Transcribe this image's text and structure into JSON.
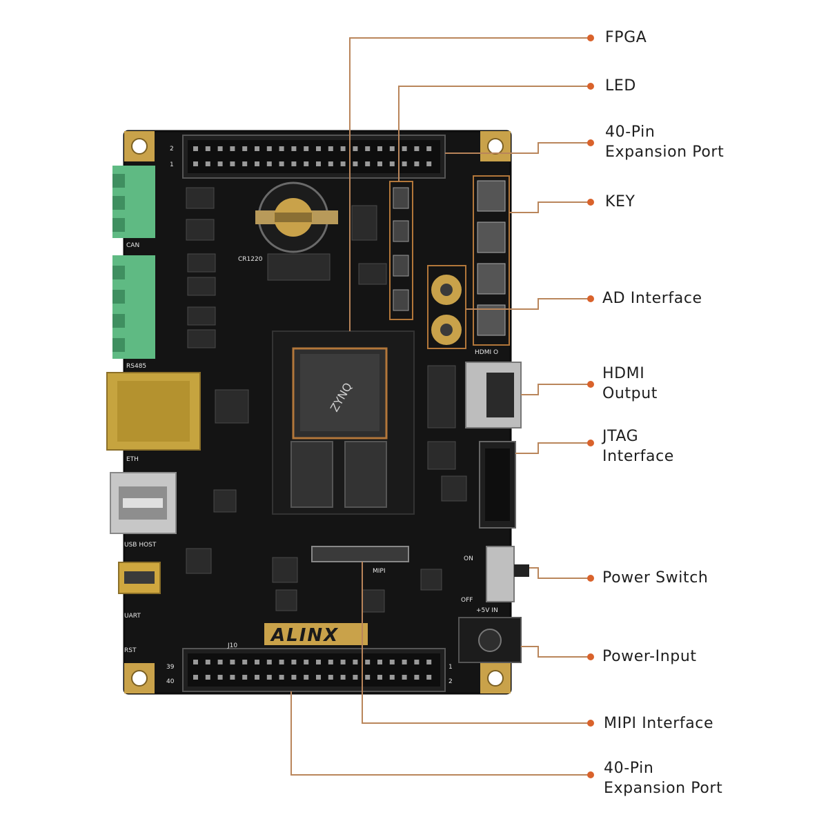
{
  "colors": {
    "leader": "#b9855a",
    "dot": "#d9622b",
    "pcb": "#141414",
    "pcb_edge": "#0c0c0c",
    "gold": "#c9a24a",
    "terminal_green": "#5fba83",
    "label_text": "#1e1e1e"
  },
  "board": {
    "logo": "ALINX",
    "chip_marking": "ZYNQ",
    "silkscreen": {
      "can": "CAN",
      "rs485": "RS485",
      "eth": "ETH",
      "usb_host": "USB HOST",
      "uart": "UART",
      "rst": "RST",
      "hdmi_o": "HDMI O",
      "mipi": "MIPI",
      "on": "ON",
      "off": "OFF",
      "five_v_in": "+5V IN",
      "battery": "CR1220",
      "header_top_pins_left": [
        "2",
        "1"
      ],
      "header_bottom_pins_left": [
        "39",
        "40"
      ],
      "header_bottom_pins_right": [
        "1",
        "2"
      ],
      "header_bottom_name": "J10"
    }
  },
  "callouts": [
    {
      "id": "fpga",
      "lines": [
        "FPGA"
      ]
    },
    {
      "id": "led",
      "lines": [
        "LED"
      ]
    },
    {
      "id": "expansion-top",
      "lines": [
        "40-Pin",
        "Expansion Port"
      ]
    },
    {
      "id": "key",
      "lines": [
        "KEY"
      ]
    },
    {
      "id": "ad",
      "lines": [
        "AD Interface"
      ]
    },
    {
      "id": "hdmi",
      "lines": [
        "HDMI",
        "Output"
      ]
    },
    {
      "id": "jtag",
      "lines": [
        "JTAG",
        "Interface"
      ]
    },
    {
      "id": "power-switch",
      "lines": [
        "Power Switch"
      ]
    },
    {
      "id": "power-input",
      "lines": [
        "Power-Input"
      ]
    },
    {
      "id": "mipi",
      "lines": [
        "MIPI Interface"
      ]
    },
    {
      "id": "expansion-bottom",
      "lines": [
        "40-Pin",
        "Expansion Port"
      ]
    }
  ]
}
